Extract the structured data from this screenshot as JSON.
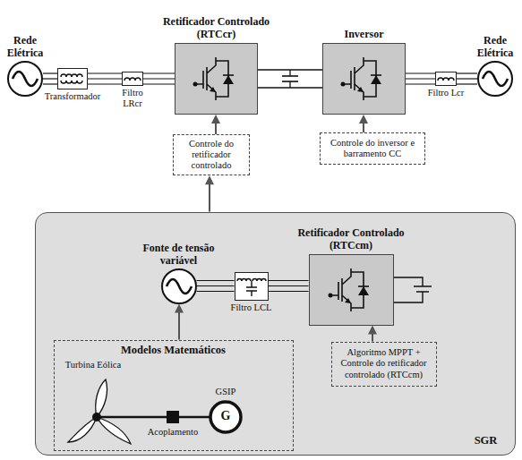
{
  "diagram": {
    "nodes": [
      {
        "text": [
          "Rede Elétrica"
        ]
      },
      {
        "text": [
          "Transformador"
        ]
      },
      {
        "text": [
          "Filtro LRcr"
        ]
      },
      {
        "text": [
          "Retificador Controlado (RTCcr)"
        ]
      },
      {
        "text": [
          "Inversor"
        ]
      },
      {
        "text": [
          "Filtro Lcr"
        ]
      },
      {
        "text": [
          "Rede Elétrica"
        ]
      },
      {
        "text": [
          "Controle do retificador controlado"
        ]
      },
      {
        "text": [
          "Controle do inversor e barramento CC"
        ]
      },
      {
        "text": [
          "SGR"
        ]
      },
      {
        "text": [
          "Fonte de tensão variável"
        ],
        "in": 9
      },
      {
        "text": [
          "Filtro LCL"
        ],
        "in": 9
      },
      {
        "text": [
          "Retificador Controlado (RTCcm)"
        ],
        "in": 9
      },
      {
        "text": [
          "Algoritmo MPPT + Controle do retificador controlado (RTCcm)"
        ],
        "in": 9
      },
      {
        "text": [
          "Modelos Matemáticos"
        ],
        "in": 9
      }
    ],
    "edges": [
      {
        "from": 0,
        "to": 1,
        "arrow": "none"
      },
      {
        "from": 1,
        "to": 2,
        "arrow": "none"
      },
      {
        "from": 2,
        "to": 3,
        "arrow": "none"
      },
      {
        "from": 3,
        "to": 4,
        "arrow": "none"
      },
      {
        "from": 4,
        "to": 5,
        "arrow": "none"
      },
      {
        "from": 5,
        "to": 6,
        "arrow": "none"
      },
      {
        "from": 7,
        "to": 3,
        "arrow": "to"
      },
      {
        "from": 8,
        "to": 4,
        "arrow": "to"
      },
      {
        "from": 9,
        "to": 7,
        "arrow": "to"
      },
      {
        "from": 14,
        "to": 10,
        "arrow": "to"
      },
      {
        "from": 10,
        "to": 11,
        "arrow": "none"
      },
      {
        "from": 11,
        "to": 12,
        "arrow": "none"
      },
      {
        "from": 13,
        "to": 12,
        "arrow": "to"
      }
    ],
    "labels": [
      "Turbina Eólica",
      "Acoplamento",
      "GSIP",
      "G"
    ]
  }
}
